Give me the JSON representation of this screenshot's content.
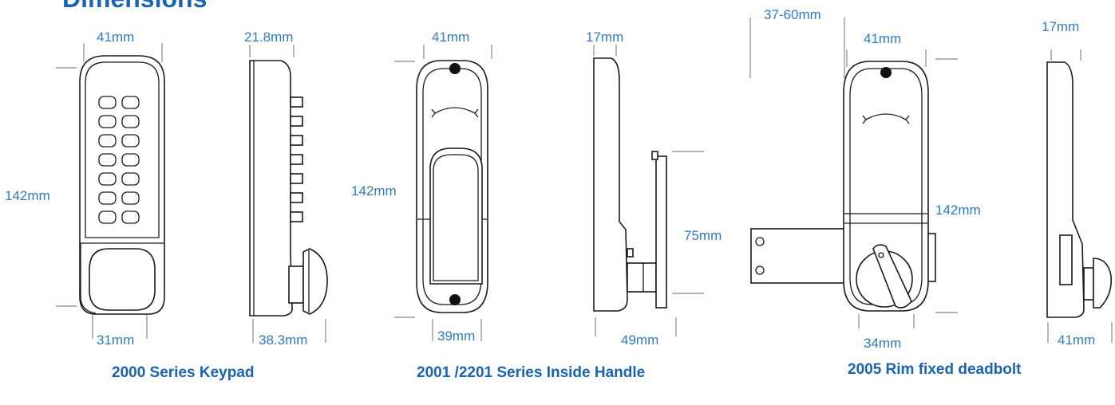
{
  "title": "Dimensions",
  "products": [
    {
      "caption": "2000 Series Keypad",
      "dims": {
        "front_width": "41mm",
        "side_depth": "21.8mm",
        "height": "142mm",
        "base_width": "31mm",
        "side_base": "38.3mm"
      }
    },
    {
      "caption": "2001 /2201 Series Inside Handle",
      "dims": {
        "front_width": "41mm",
        "side_depth": "17mm",
        "height": "142mm",
        "handle_height": "75mm",
        "base_width": "39mm",
        "side_base": "49mm"
      }
    },
    {
      "caption": "2005 Rim fixed deadbolt",
      "dims": {
        "door_range": "37-60mm",
        "front_width": "41mm",
        "side_depth": "17mm",
        "height": "142mm",
        "base_width": "34mm",
        "side_base": "41mm"
      }
    }
  ],
  "colors": {
    "caption": "#1a63b3",
    "dimension_text": "#2f7bbf",
    "outline": "#1a1a1a",
    "guide_line": "#9a9a9a"
  }
}
